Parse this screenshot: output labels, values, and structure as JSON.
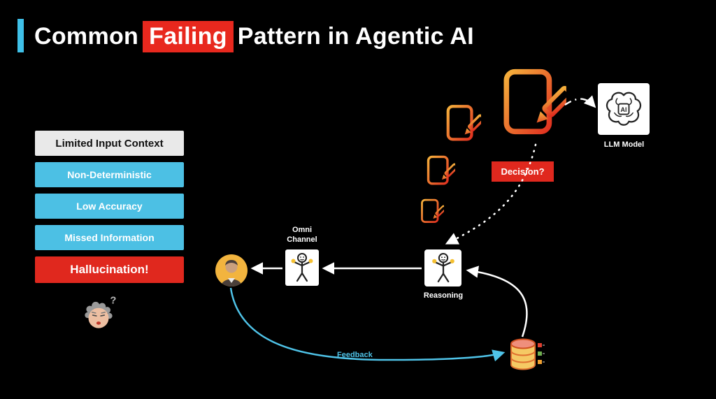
{
  "title": {
    "part1": "Common",
    "highlight": "Failing",
    "part2": "Pattern in Agentic AI"
  },
  "issues": [
    {
      "label": "Limited Input Context",
      "style": "gray"
    },
    {
      "label": "Non-Deterministic",
      "style": "cyan"
    },
    {
      "label": "Low Accuracy",
      "style": "cyan"
    },
    {
      "label": "Missed Information",
      "style": "cyan"
    },
    {
      "label": "Hallucination!",
      "style": "red"
    }
  ],
  "diagram": {
    "llm_model_label": "LLM Model",
    "ai_chip_label": "AI",
    "decision_label": "Decision?",
    "reasoning_label": "Reasoning",
    "omni_channel_line1": "Omni",
    "omni_channel_line2": "Channel",
    "feedback_label": "Feedback"
  },
  "icons": [
    "confused-person-icon",
    "document-pencil-icon-small-1",
    "document-pencil-icon-small-2",
    "document-pencil-icon-small-3",
    "document-pencil-icon-large",
    "brain-ai-icon",
    "stick-figure-icon-omni",
    "stick-figure-icon-reasoning",
    "user-avatar",
    "database-icon"
  ],
  "colors": {
    "background": "#000000",
    "accent_cyan": "#4fc3e8",
    "alert_red": "#e0281e",
    "neutral_gray": "#e9e9e9",
    "doc_gradient_start": "#f5b13c",
    "doc_gradient_end": "#e03020",
    "avatar_yellow": "#f2b43e"
  }
}
